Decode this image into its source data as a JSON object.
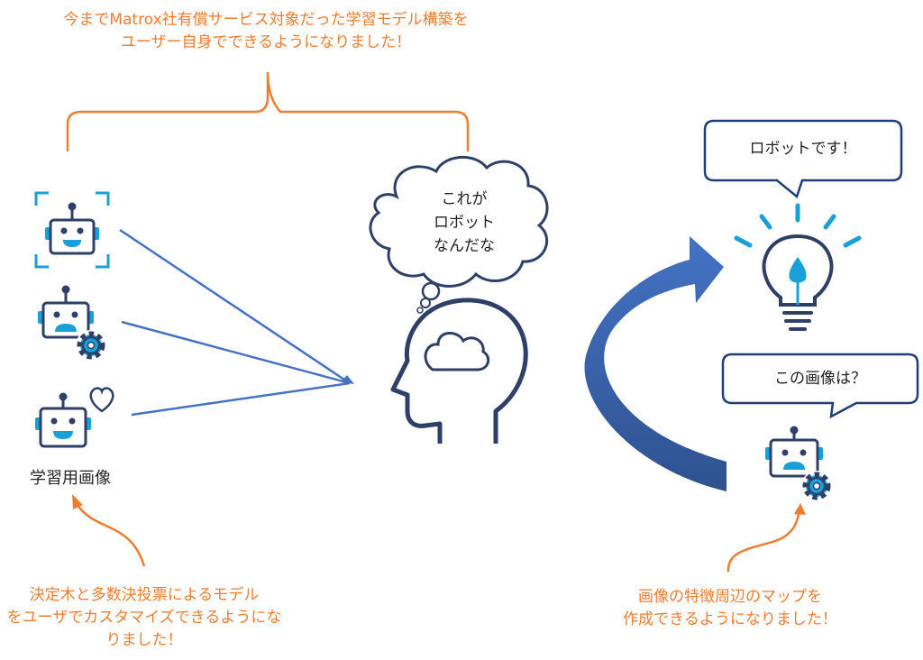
{
  "top_caption": {
    "line1": "今までMatrox社有償サービス対象だった学習モデル構築を",
    "line2": "ユーザー自身でできるようになりました！"
  },
  "training_images_label": "学習用画像",
  "bottom_left_caption": {
    "line1": "決定木と多数決投票によるモデル",
    "line2": "をユーザでカスタマイズできるようにな",
    "line3": "りました！"
  },
  "thought_bubble": {
    "line1": "これが",
    "line2": "ロボット",
    "line3": "なんだな"
  },
  "answer_bubble": "ロボットです！",
  "question_bubble": "この画像は？",
  "bottom_right_caption": {
    "line1": "画像の特徴周辺のマップを",
    "line2": "作成できるようになりました！"
  },
  "colors": {
    "accent_orange": "#ed7d31",
    "navy": "#2e4068",
    "arrow_blue": "#4472c4",
    "light_blue": "#1aa0d8",
    "bubble_border": "#1f3f7a"
  }
}
